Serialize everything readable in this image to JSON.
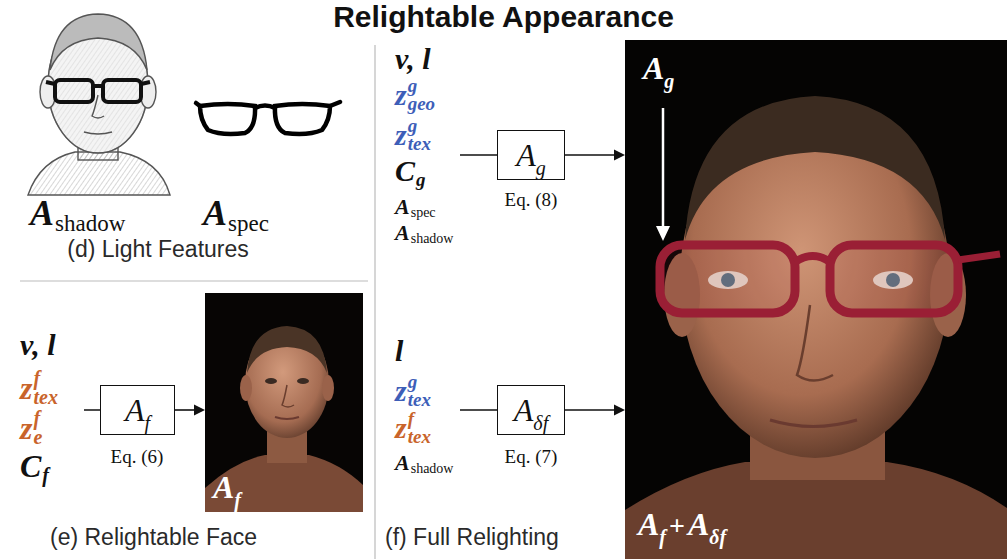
{
  "diagram": {
    "title": "Relightable Appearance",
    "nodes": [
      {
        "text": [
          "A",
          "f"
        ]
      },
      {
        "text": [
          "A",
          "f"
        ]
      },
      {
        "text": [
          "A",
          "g"
        ]
      },
      {
        "text": [
          "A",
          "δf"
        ]
      },
      {
        "text": [
          "A",
          "g",
          "A",
          "f",
          "+",
          "A",
          "δf"
        ]
      }
    ],
    "edges": [
      {
        "from": 0,
        "to": 1,
        "arrow": "to"
      },
      {
        "from": 2,
        "to": 4,
        "arrow": "to"
      },
      {
        "from": 3,
        "to": 4,
        "arrow": "to"
      }
    ],
    "labels": [
      "A",
      "shadow",
      "A",
      "spec",
      "(d) Light Features",
      "v, l",
      "z",
      "f",
      "tex",
      "z",
      "f",
      "e",
      "C",
      "f",
      "Eq. (6)",
      "(e) Relightable Face",
      "v, l",
      "z",
      "g",
      "geo",
      "z",
      "g",
      "tex",
      "C",
      "g",
      "A",
      "spec",
      "A",
      "shadow",
      "Eq. (8)",
      "l",
      "z",
      "g",
      "tex",
      "z",
      "f",
      "tex",
      "A",
      "shadow",
      "Eq. (7)",
      "(f) Full Relighting"
    ]
  }
}
